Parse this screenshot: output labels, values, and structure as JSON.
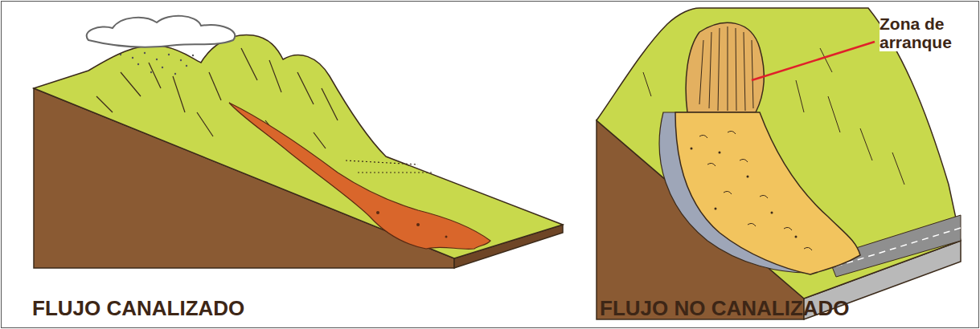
{
  "diagram": {
    "labels": [
      "FLUJO CANALIZADO",
      "Zona de arranque",
      "FLUJO NO CANALIZADO"
    ]
  }
}
